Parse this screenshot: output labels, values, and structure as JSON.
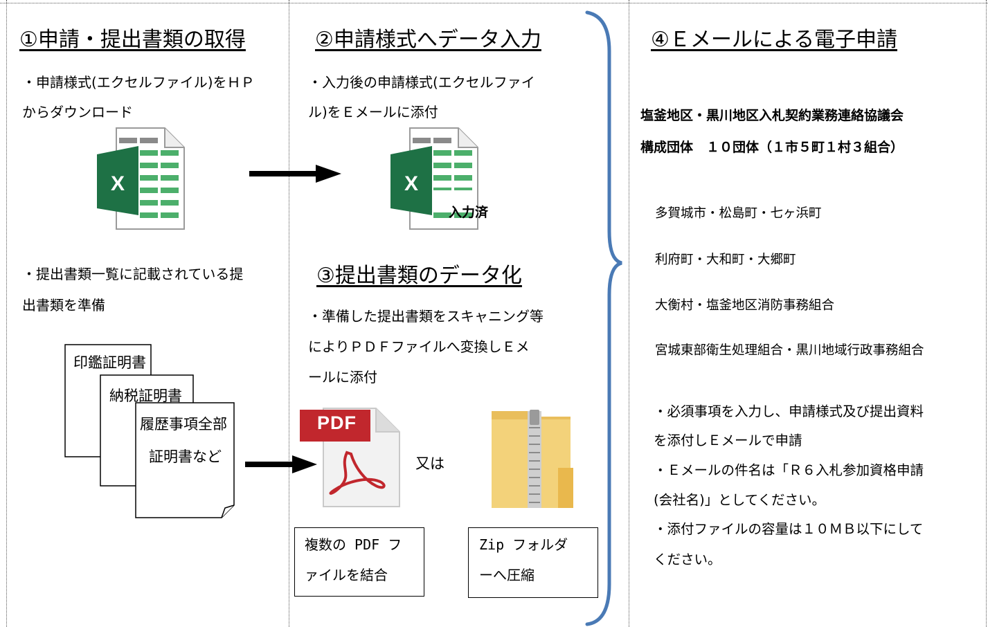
{
  "col1": {
    "heading": "①申請・提出書類の取得",
    "text1_line1": "・申請様式(エクセルファイル)をＨＰ",
    "text1_line2": "からダウンロード",
    "text2_line1": "・提出書類一覧に記載されている提",
    "text2_line2": "出書類を準備",
    "doc1": "印鑑証明書",
    "doc2": "納税証明書",
    "doc3_line1": "履歴事項全部",
    "doc3_line2": "証明書など"
  },
  "col2": {
    "heading": "②申請様式へデータ入力",
    "text_line1": "・入力後の申請様式(エクセルファイ",
    "text_line2": "ル)をＥメールに添付",
    "excel_label": "入力済"
  },
  "col3": {
    "heading": "③提出書類のデータ化",
    "text_line1": "・準備した提出書類をスキャニング等",
    "text_line2": "によりＰＤＦファイルへ変換しＥメ",
    "text_line3": "ールに添付",
    "pdf_badge": "PDF",
    "or_text": "又は",
    "box1_line1": "複数の PDF フ",
    "box1_line2": "ァイルを結合",
    "box2_line1": "Zip フォルダ",
    "box2_line2": "ーへ圧縮"
  },
  "col4": {
    "heading": "④Ｅメールによる電子申請",
    "council": "塩釜地区・黒川地区入札契約業務連絡協議会",
    "members_header": "構成団体　１０団体（１市５町１村３組合）",
    "members": [
      "多賀城市・松島町・七ヶ浜町",
      "利府町・大和町・大郷町",
      "大衡村・塩釜地区消防事務組合",
      "宮城東部衛生処理組合・黒川地域行政事務組合"
    ],
    "note1_line1": "・必須事項を入力し、申請様式及び提出資料",
    "note1_line2": "を添付しＥメールで申請",
    "note2_line1": "・Ｅメールの件名は「Ｒ６入札参加資格申請",
    "note2_line2": "(会社名)」としてください。",
    "note3_line1": "・添付ファイルの容量は１０ＭＢ以下にして",
    "note3_line2": "ください。"
  },
  "colors": {
    "excel_green": "#1e7145",
    "excel_light_green": "#4caf6b",
    "pdf_red": "#c1272d",
    "folder_yellow": "#f3d27a",
    "brace_blue": "#4a7ab5"
  }
}
